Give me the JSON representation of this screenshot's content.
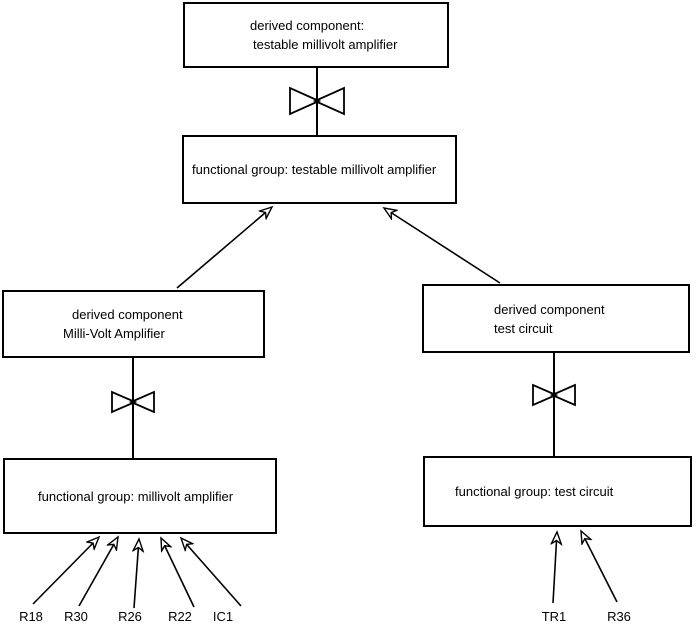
{
  "diagram": {
    "colors": {
      "background": "#ffffff",
      "line": "#000000",
      "text": "#000000"
    },
    "nodes": {
      "top_derived": {
        "line1": "derived component:",
        "line2": "testable millivolt amplifier"
      },
      "fg_testable": {
        "label": "functional group: testable millivolt amplifier"
      },
      "left_derived": {
        "line1": "derived component",
        "line2": "Milli-Volt Amplifier"
      },
      "right_derived": {
        "line1": "derived component",
        "line2": "test circuit"
      },
      "fg_millivolt": {
        "label": "functional group: millivolt amplifier"
      },
      "fg_test": {
        "label": "functional group: test circuit"
      }
    },
    "components_left": [
      {
        "label": "R18"
      },
      {
        "label": "R30"
      },
      {
        "label": "R26"
      },
      {
        "label": "R22"
      },
      {
        "label": "IC1"
      }
    ],
    "components_right": [
      {
        "label": "TR1"
      },
      {
        "label": "R36"
      }
    ],
    "icons": {
      "decomposition": "bowtie-icon",
      "edge_end": "open-arrowhead-icon"
    },
    "edges": [
      {
        "from": "top_derived",
        "to": "fg_testable",
        "type": "bowtie-decomposition"
      },
      {
        "from": "left_derived",
        "to": "fg_testable",
        "type": "arrow"
      },
      {
        "from": "right_derived",
        "to": "fg_testable",
        "type": "arrow"
      },
      {
        "from": "left_derived",
        "to": "fg_millivolt",
        "type": "bowtie-decomposition"
      },
      {
        "from": "right_derived",
        "to": "fg_test",
        "type": "bowtie-decomposition"
      },
      {
        "from": "R18",
        "to": "fg_millivolt",
        "type": "arrow"
      },
      {
        "from": "R30",
        "to": "fg_millivolt",
        "type": "arrow"
      },
      {
        "from": "R26",
        "to": "fg_millivolt",
        "type": "arrow"
      },
      {
        "from": "R22",
        "to": "fg_millivolt",
        "type": "arrow"
      },
      {
        "from": "IC1",
        "to": "fg_millivolt",
        "type": "arrow"
      },
      {
        "from": "TR1",
        "to": "fg_test",
        "type": "arrow"
      },
      {
        "from": "R36",
        "to": "fg_test",
        "type": "arrow"
      }
    ]
  }
}
